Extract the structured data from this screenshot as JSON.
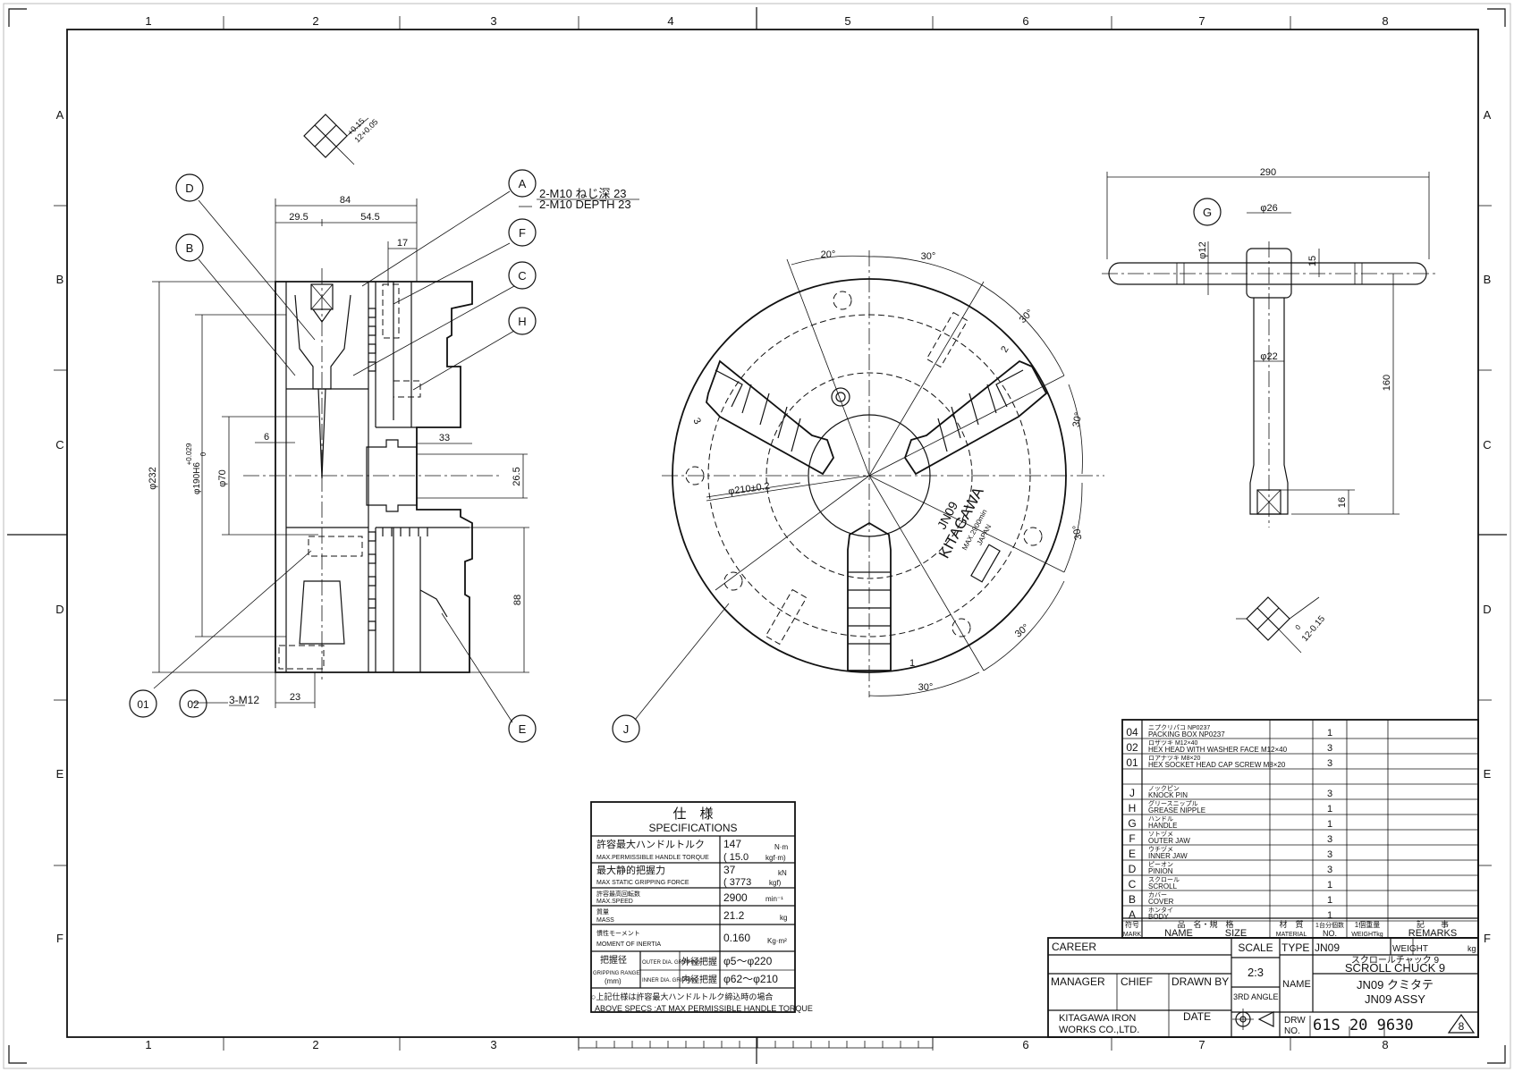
{
  "grid": {
    "cols": [
      "1",
      "2",
      "3",
      "4",
      "5",
      "6",
      "7",
      "8"
    ],
    "rows": [
      "A",
      "B",
      "C",
      "D",
      "E",
      "F"
    ]
  },
  "callouts": {
    "D": "D",
    "B": "B",
    "A": "A",
    "F": "F",
    "C": "C",
    "H": "H",
    "E": "E",
    "o01": "01",
    "o02": "02",
    "J": "J",
    "G": "G"
  },
  "section_view": {
    "thread_note_jp": "2-M10 ねじ深 23",
    "thread_note_en": "2-M10 DEPTH 23",
    "dim_84": "84",
    "dim_29_5": "29.5",
    "dim_54_5": "54.5",
    "dim_17": "17",
    "dim_6": "6",
    "dim_33": "33",
    "dim_26_5": "26.5",
    "dim_88": "88",
    "dim_23": "23",
    "dim_232": "φ232",
    "dim_190": "φ190H6",
    "dim_190_tol_up": "+0.029",
    "dim_190_tol_dn": "0",
    "dim_70": "φ70",
    "bolt_note": "3-M12",
    "square_tol_up": "+0.15",
    "square_tol_base": "12+0.05"
  },
  "front_view": {
    "ang_20": "20°",
    "ang_30a": "30°",
    "ang_30b": "30°",
    "ang_30c": "30°",
    "ang_30d": "30°",
    "ang_30e": "30°",
    "ang_30f": "30°",
    "dim_210": "φ210±0.2",
    "mark_1": "1",
    "mark_2": "2",
    "mark_3": "3",
    "brand_model": "JN09",
    "brand_name": "KITAGAWA",
    "brand_speed": "MAX.2900min",
    "brand_origin": "JAPAN"
  },
  "handle_view": {
    "dim_290": "290",
    "dim_26": "φ26",
    "dim_12": "φ12",
    "dim_15": "15",
    "dim_22": "φ22",
    "dim_160": "160",
    "dim_16": "16",
    "square_dim": "12-0.15",
    "square_tol_up": "0"
  },
  "specs": {
    "title_jp": "仕　様",
    "title_en": "SPECIFICATIONS",
    "rows": [
      {
        "jp": "許容最大ハンドルトルク",
        "en": "MAX.PERMISSIBLE HANDLE TORQUE",
        "v1": "147",
        "u1": "N·m",
        "v2": "( 15.0",
        "u2": "kgf·m)"
      },
      {
        "jp": "最大静的把握力",
        "en": "MAX STATIC GRIPPING FORCE",
        "v1": "37",
        "u1": "kN",
        "v2": "( 3773",
        "u2": "kgf)"
      },
      {
        "jp": "許容最高回転数",
        "en": "MAX.SPEED",
        "v1": "2900",
        "u1": "min⁻¹",
        "v2": "",
        "u2": ""
      },
      {
        "jp": "質量",
        "en": "MASS",
        "v1": "21.2",
        "u1": "kg",
        "v2": "",
        "u2": ""
      },
      {
        "jp": "慣性モーメント",
        "en": "MOMENT OF INERTIA",
        "v1": "0.160",
        "u1": "Kg·m²",
        "v2": "",
        "u2": ""
      }
    ],
    "grip_jp": "把握径",
    "grip_en": "GRIPPING RANGE",
    "grip_unit": "(mm)",
    "outer_en": "OUTER DIA. GRIPPING",
    "outer_jp": "外径把握",
    "outer_val": "φ5〜φ220",
    "inner_en": "INNER DIA. GRIPPING",
    "inner_jp": "内径把握",
    "inner_val": "φ62〜φ210",
    "note_jp": "○上記仕様は許容最大ハンドルトルク締込時の場合",
    "note_en": "ABOVE SPECS :AT MAX PERMISSIBLE HANDLE TORQUE"
  },
  "parts": {
    "rows": [
      {
        "mark": "04",
        "jp": "ニプクリパコ  NP0237",
        "en": "PACKING BOX  NP0237",
        "qty": "1"
      },
      {
        "mark": "02",
        "jp": "ロザツキ  M12×40",
        "en": "HEX HEAD WITH WASHER FACE M12×40",
        "qty": "3"
      },
      {
        "mark": "01",
        "jp": "ロアナツキ  M8×20",
        "en": "HEX SOCKET HEAD CAP SCREW M8×20",
        "qty": "3"
      },
      {
        "mark": "",
        "jp": "",
        "en": "",
        "qty": ""
      },
      {
        "mark": "J",
        "jp": "ノックピン",
        "en": "KNOCK PIN",
        "qty": "3"
      },
      {
        "mark": "H",
        "jp": "グリースニップル",
        "en": "GREASE NIPPLE",
        "qty": "1"
      },
      {
        "mark": "G",
        "jp": "ハンドル",
        "en": "HANDLE",
        "qty": "1"
      },
      {
        "mark": "F",
        "jp": "ソトヅメ",
        "en": "OUTER JAW",
        "qty": "3"
      },
      {
        "mark": "E",
        "jp": "ウチヅメ",
        "en": "INNER JAW",
        "qty": "3"
      },
      {
        "mark": "D",
        "jp": "ピーオン",
        "en": "PINION",
        "qty": "3"
      },
      {
        "mark": "C",
        "jp": "スクロール",
        "en": "SCROLL",
        "qty": "1"
      },
      {
        "mark": "B",
        "jp": "カバー",
        "en": "COVER",
        "qty": "1"
      },
      {
        "mark": "A",
        "jp": "ホンタイ",
        "en": "BODY",
        "qty": "1"
      }
    ],
    "hdr_mark_jp": "符号",
    "hdr_mark_en": "MARK",
    "hdr_name_jp": "品　名・規　格",
    "hdr_name_en": "NAME",
    "hdr_size": "SIZE",
    "hdr_mat_jp": "材　質",
    "hdr_mat_en": "MATERIAL",
    "hdr_no_jp": "1台分個数",
    "hdr_no_en": "NO.",
    "hdr_w_jp": "1個重量",
    "hdr_w_en": "WEIGHTkg",
    "hdr_rem_jp": "記　　事",
    "hdr_rem_en": "REMARKS"
  },
  "title_block": {
    "career": "CAREER",
    "scale_lbl": "SCALE",
    "scale": "2:3",
    "type_lbl": "TYPE",
    "type": "JN09",
    "weight_lbl": "WEIGHT",
    "weight_unit": "kg",
    "name_jp": "スクロールチャック  9",
    "name_en": "SCROLL CHUCK 9",
    "manager": "MANAGER",
    "chief": "CHIEF",
    "drawn": "DRAWN BY",
    "name_lbl": "NAME",
    "jn_jp": "JN09  クミタテ",
    "jn_en": "JN09  ASSY",
    "angle": "3RD ANGLE",
    "company1": "KITAGAWA IRON",
    "company2": "WORKS CO.,LTD.",
    "date": "DATE",
    "drw_lbl1": "DRW",
    "drw_lbl2": "NO.",
    "drw_no": "61S 20 9630",
    "rev": "8"
  }
}
